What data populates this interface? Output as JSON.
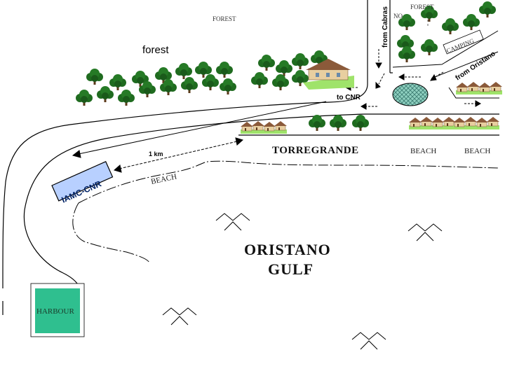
{
  "labels": {
    "forest_top": "FOREST",
    "forest_top_right": "FOREST",
    "forest_main": "forest",
    "no_sign": "NO",
    "camping": "CAMPING",
    "from_cabras": "from Cabras",
    "from_oristano": "from Oristano",
    "to_cnr": "to CNR",
    "distance": "1 km",
    "town": "TORREGRANDE",
    "beach_1": "BEACH",
    "beach_2": "BEACH",
    "beach_3": "BEACH",
    "iamc": "IAMC-CNR",
    "gulf_line1": "ORISTANO",
    "gulf_line2": "GULF",
    "harbour": "HARBOUR"
  },
  "colors": {
    "tree_foliage": "#1f6b1f",
    "tree_trunk": "#5a3a1a",
    "harbour_fill": "#2fbf8f",
    "iamc_fill": "#b8d0ff",
    "roundabout_fill": "#8fd0c0",
    "grass": "#9fe36a",
    "house_roof": "#8b5a3a",
    "house_wall": "#e8cfa0"
  }
}
